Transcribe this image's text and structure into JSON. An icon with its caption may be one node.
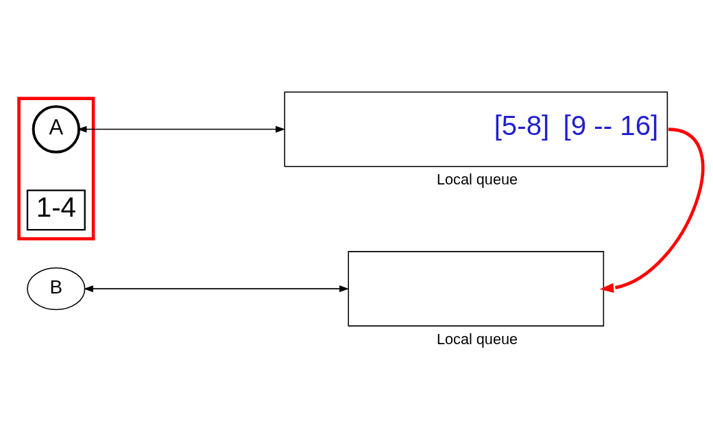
{
  "diagram": {
    "nodes": [
      {
        "text": [],
        "shape": "box"
      },
      {
        "text": [
          "A"
        ],
        "in": 0
      },
      {
        "text": [
          "1-4"
        ],
        "in": 0
      },
      {
        "text": [
          "[5-8]",
          "[9 -- 16]"
        ],
        "beside": [
          "Local queue"
        ]
      },
      {
        "text": [
          "B"
        ]
      },
      {
        "text": [],
        "shape": "box",
        "beside": [
          "Local queue"
        ]
      }
    ],
    "edges": [
      {
        "from": 1,
        "to": 3,
        "arrow": "both"
      },
      {
        "from": 3,
        "to": 5,
        "arrow": "to",
        "style": "thick",
        "color": "#ff0000"
      },
      {
        "from": 4,
        "to": 5,
        "arrow": "both"
      }
    ]
  }
}
